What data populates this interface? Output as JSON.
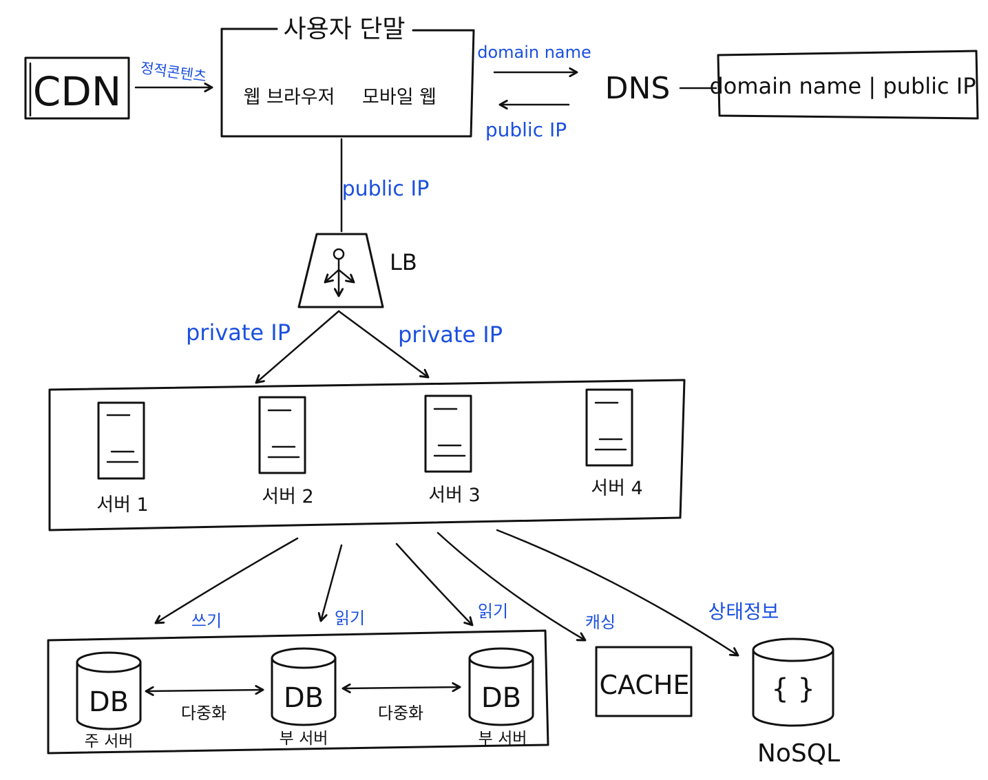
{
  "colors": {
    "ink": "#111111",
    "annotation": "#1a4fe0"
  },
  "client": {
    "title": "사용자 단말",
    "web_browser": "웹 브라우저",
    "mobile_web": "모바일 웹"
  },
  "cdn": {
    "label": "CDN",
    "edge_label": "정적콘텐츠"
  },
  "dns": {
    "label": "DNS",
    "request_label": "domain name",
    "response_label": "public IP",
    "record": "domain name | public IP"
  },
  "lb": {
    "label": "LB",
    "inbound_label": "public IP",
    "icon": "load-balancer-icon"
  },
  "private_ip_labels": [
    "private IP",
    "private IP"
  ],
  "servers": [
    {
      "label": "서버 1",
      "icon": "server-icon"
    },
    {
      "label": "서버 2",
      "icon": "server-icon"
    },
    {
      "label": "서버 3",
      "icon": "server-icon"
    },
    {
      "label": "서버 4",
      "icon": "server-icon"
    }
  ],
  "edges": {
    "write": "쓰기",
    "read1": "읽기",
    "read2": "읽기",
    "cache": "캐싱",
    "state": "상태정보"
  },
  "databases": [
    {
      "label": "DB",
      "caption": "주 서버"
    },
    {
      "label": "DB",
      "caption": "부 서버"
    },
    {
      "label": "DB",
      "caption": "부 서버"
    }
  ],
  "replication_labels": [
    "다중화",
    "다중화"
  ],
  "cache": {
    "label": "CACHE"
  },
  "nosql": {
    "label": "NoSQL",
    "glyph": "{ }"
  }
}
